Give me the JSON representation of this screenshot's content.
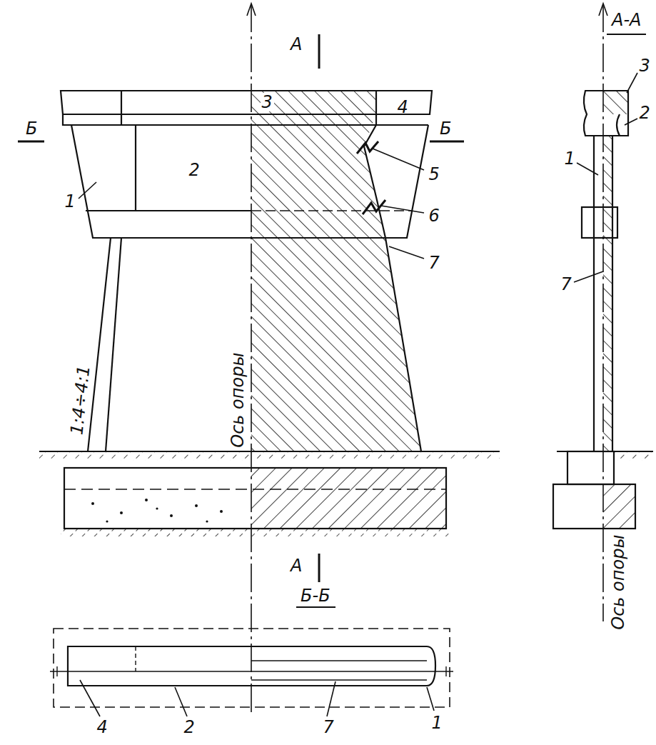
{
  "diagram": {
    "labels": [
      "А",
      "А-А",
      "3",
      "4",
      "3",
      "2",
      "Б",
      "2",
      "1",
      "Б",
      "5",
      "1",
      "6",
      "7",
      "7",
      "1:4÷4:1",
      "Ось опоры",
      "Ось опоры",
      "А",
      "Б-Б",
      "4",
      "2",
      "7",
      "1"
    ]
  }
}
